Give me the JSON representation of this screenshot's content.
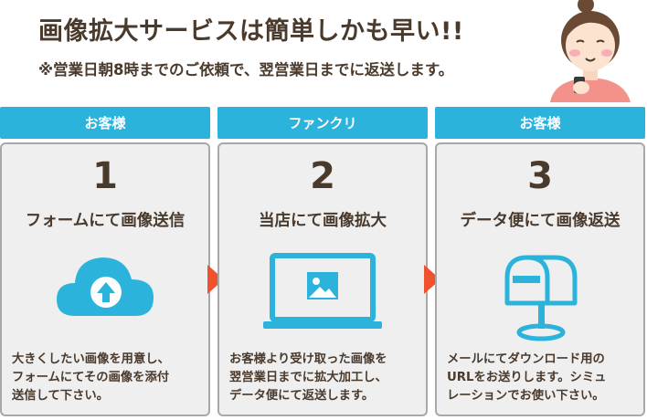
{
  "headline": "画像拡大サービスは簡単しかも早い!!",
  "subline": "※営業日朝8時までのご依頼で、翌営業日までに返送します。",
  "colors": {
    "accent": "#2bb3dc",
    "text": "#4a3a2c",
    "arrow": "#f0522d",
    "card_bg": "#efefef",
    "card_border": "#a8a8a8"
  },
  "steps": [
    {
      "actor": "お客様",
      "number": "1",
      "title": "フォームにて画像送信",
      "icon": "cloud-upload-icon",
      "description": "大きくしたい画像を用意し、\nフォームにてその画像を添付\n送信して下さい。"
    },
    {
      "actor": "ファンクリ",
      "number": "2",
      "title": "当店にて画像拡大",
      "icon": "monitor-image-icon",
      "description": "お客様より受け取った画像を\n翌営業日までに拡大加工し、\nデータ便にて返送します。"
    },
    {
      "actor": "お客様",
      "number": "3",
      "title": "データ便にて画像返送",
      "icon": "mailbox-icon",
      "description": "メールにてダウンロード用の\nURLをお送りします。シミュ\nレーションでお使い下さい。"
    }
  ]
}
